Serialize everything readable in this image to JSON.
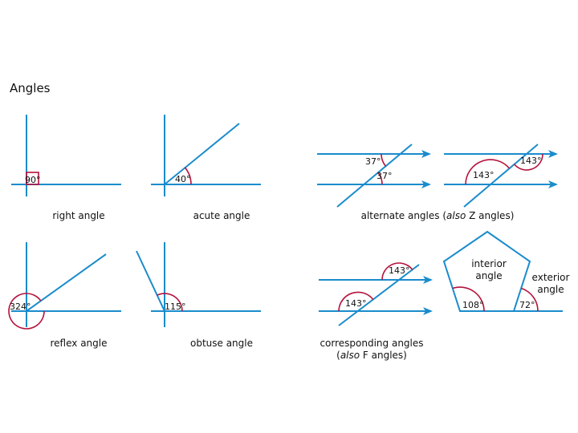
{
  "title": "Angles",
  "colors": {
    "line": "#1a8ccc",
    "arc": "#b5123c"
  },
  "diagrams": {
    "right": {
      "label": "right angle",
      "value": "90°"
    },
    "acute": {
      "label": "acute angle",
      "value": "40°"
    },
    "alternate": {
      "label_pre": "alternate angles (",
      "label_em": "also",
      "label_post": " Z angles)",
      "value_a": "37°",
      "value_b": "37°",
      "value_c": "143°",
      "value_d": "143°"
    },
    "reflex": {
      "label": "reflex angle",
      "value": "324°"
    },
    "obtuse": {
      "label": "obtuse angle",
      "value": "115°"
    },
    "corresponding": {
      "label1": "corresponding angles",
      "label2_pre": "(",
      "label2_em": "also",
      "label2_post": " F angles)",
      "value_a": "143°",
      "value_b": "143°"
    },
    "polygon": {
      "interior1": "interior",
      "interior2": "angle",
      "exterior1": "exterior",
      "exterior2": "angle",
      "interior_value": "108°",
      "exterior_value": "72°"
    }
  }
}
